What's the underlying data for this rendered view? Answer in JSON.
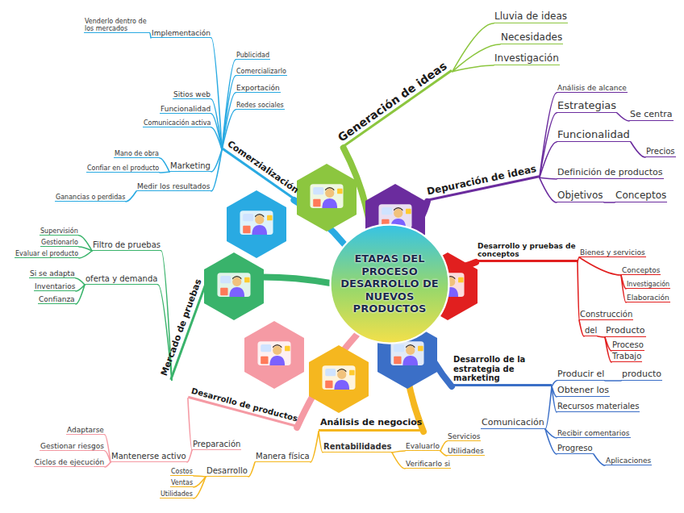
{
  "diagram": {
    "nodes": [
      {
        "text": [
          "ETAPAS DEL PROCESO DESARROLLO DE NUEVOS PRODUCTOS"
        ]
      },
      {
        "text": [
          "Generación de ideas"
        ]
      },
      {
        "text": [
          "Depuración de ideas"
        ]
      },
      {
        "text": [
          "Desarrollo y pruebas de conceptos"
        ]
      },
      {
        "text": [
          "Desarrollo de la estrategia de marketing"
        ]
      },
      {
        "text": [
          "Análisis de negocios"
        ]
      },
      {
        "text": [
          "Desarrollo de productos"
        ]
      },
      {
        "text": [
          "Mercado de pruebas"
        ]
      },
      {
        "text": [
          "Comerzialización"
        ]
      }
    ],
    "edges": [
      {
        "from": 0,
        "to": 1,
        "arrow": "none"
      },
      {
        "from": 0,
        "to": 2,
        "arrow": "none"
      },
      {
        "from": 0,
        "to": 3,
        "arrow": "none"
      },
      {
        "from": 0,
        "to": 4,
        "arrow": "none"
      },
      {
        "from": 0,
        "to": 5,
        "arrow": "none"
      },
      {
        "from": 0,
        "to": 6,
        "arrow": "none"
      },
      {
        "from": 0,
        "to": 7,
        "arrow": "none"
      },
      {
        "from": 0,
        "to": 8,
        "arrow": "none"
      }
    ],
    "labels": [
      "Lluvia de ideas",
      "Necesidades",
      "Investigación",
      "Análisis de alcance",
      "Estrategias",
      "Se centra",
      "Funcionalidad",
      "Precios",
      "Definición de productos",
      "Objetivos",
      "Conceptos",
      "Bienes y servicios",
      "Conceptos",
      "Investigación",
      "Elaboración",
      "Construcción",
      "del",
      "Producto",
      "Proceso",
      "Trabajo",
      "Producir el",
      "producto",
      "Obtener los",
      "Recursos materiales",
      "Comunicación",
      "Recibir comentarios",
      "Progreso",
      "Aplicaciones",
      "Rentabilidades",
      "Evaluarlo",
      "Servicios",
      "Utilidades",
      "Verificarlo si",
      "Manera física",
      "Desarrollo",
      "Costos",
      "Ventas",
      "Utilidades",
      "Preparación",
      "Mantenerse activo",
      "Adaptarse",
      "Gestionar riesgos",
      "Ciclos de ejecución",
      "Filtro de pruebas",
      "Supervisión",
      "Gestionarlo",
      "Evaluar el producto",
      "oferta y demanda",
      "Si se adapta",
      "Inventarios",
      "Confianza",
      "Publicidad",
      "Comercializarlo",
      "Exportación",
      "Redes sociales",
      "Implementación",
      "Venderlo dentro de los mercados",
      "Sitios web",
      "Funcionalidad",
      "Comunicación activa",
      "Marketing",
      "Mano de obra",
      "Confiar en el producto",
      "Medir los resultados",
      "Ganancias o perdidas"
    ]
  }
}
